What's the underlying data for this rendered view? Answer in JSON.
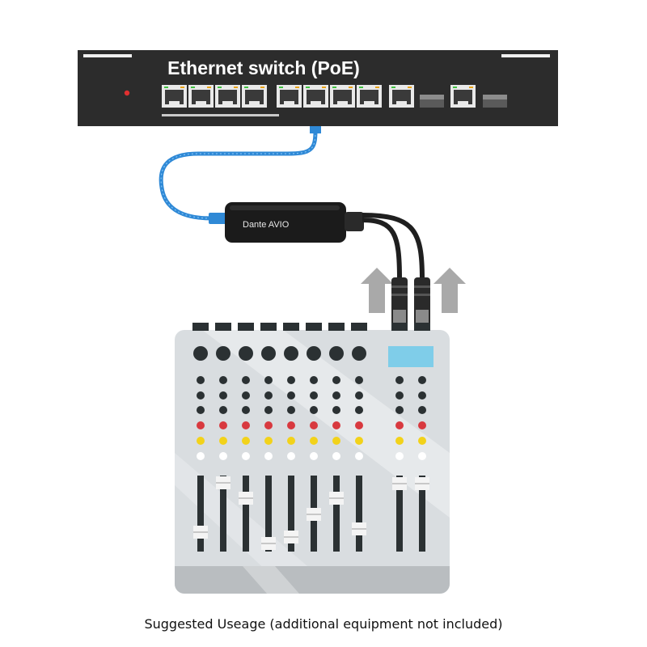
{
  "switch": {
    "title": "Ethernet switch (PoE)",
    "rj45_port_count": 10,
    "sfp_slot_count": 2
  },
  "adapter": {
    "label": "Dante AVIO"
  },
  "mixer": {
    "channel_count": 8,
    "master_channel_count": 2,
    "colors": {
      "body": "#d9dde0",
      "knob_dark": "#2b3133",
      "knob_red": "#d8393f",
      "knob_yellow": "#f2d21a",
      "screen": "#7fcde9"
    }
  },
  "colors": {
    "switch_body": "#2c2c2c",
    "cable_blue": "#2f89d6",
    "cable_black": "#1f1f1f",
    "arrow": "#a9a9a9"
  },
  "icons": [
    "ethernet-switch",
    "dante-avio-adapter",
    "xlr-connector",
    "up-arrow",
    "audio-mixer"
  ],
  "caption": "Suggested Useage (additional equipment not included)"
}
